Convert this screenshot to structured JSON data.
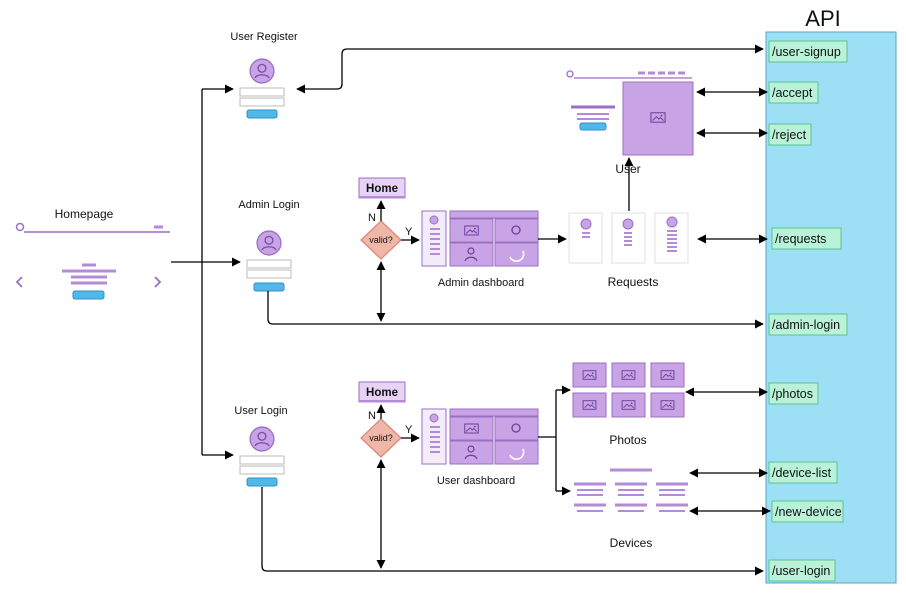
{
  "api": {
    "title": "API",
    "endpoints": [
      "/user-signup",
      "/accept",
      "/reject",
      "/requests",
      "/admin-login",
      "/photos",
      "/device-list",
      "/new-device",
      "/user-login"
    ]
  },
  "screens": {
    "homepage": "Homepage",
    "user_register": "User Register",
    "admin_login": "Admin Login",
    "user_login": "User Login",
    "admin_dashboard": "Admin dashboard",
    "user_dashboard": "User dashboard",
    "requests": "Requests",
    "user": "User",
    "photos": "Photos",
    "devices": "Devices"
  },
  "decisions": {
    "valid_label": "valid?",
    "yes": "Y",
    "no": "N",
    "home": "Home"
  },
  "colors": {
    "api_panel": "#9ddff4",
    "endpoint_fill": "#b9f2d9",
    "endpoint_stroke": "#5ac48d",
    "wire_purple": "#b38bd6",
    "wire_purple_dark": "#9b6fc2",
    "button_blue": "#52b8ea",
    "decision_fill": "#f0b7a8",
    "decision_stroke": "#d98b7a",
    "home_fill": "#e6d3f5"
  },
  "icons": [
    "user-avatar-icon",
    "image-icon",
    "eye-icon",
    "refresh-icon",
    "chevron-left-icon",
    "chevron-right-icon"
  ]
}
